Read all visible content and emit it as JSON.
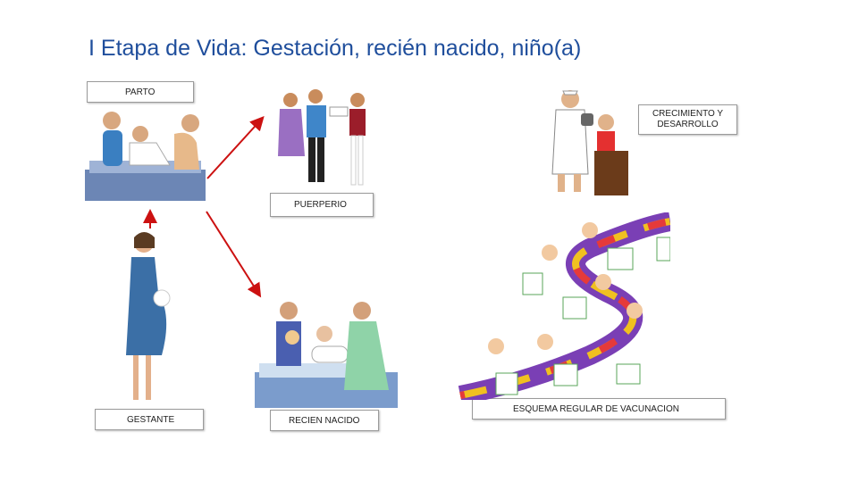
{
  "slide": {
    "title": "I Etapa de Vida: Gestación, recién nacido, niño(a)"
  },
  "labels": {
    "parto": "PARTO",
    "crecimiento": "CRECIMIENTO Y DESARROLLO",
    "puerperio": "PUERPERIO",
    "gestante": "GESTANTE",
    "recien_nacido": "RECIEN NACIDO",
    "esquema": "ESQUEMA REGULAR DE VACUNACION"
  },
  "colors": {
    "title": "#1f4e9c",
    "arrow": "#cc1111",
    "box_border": "#9a9a9a"
  }
}
